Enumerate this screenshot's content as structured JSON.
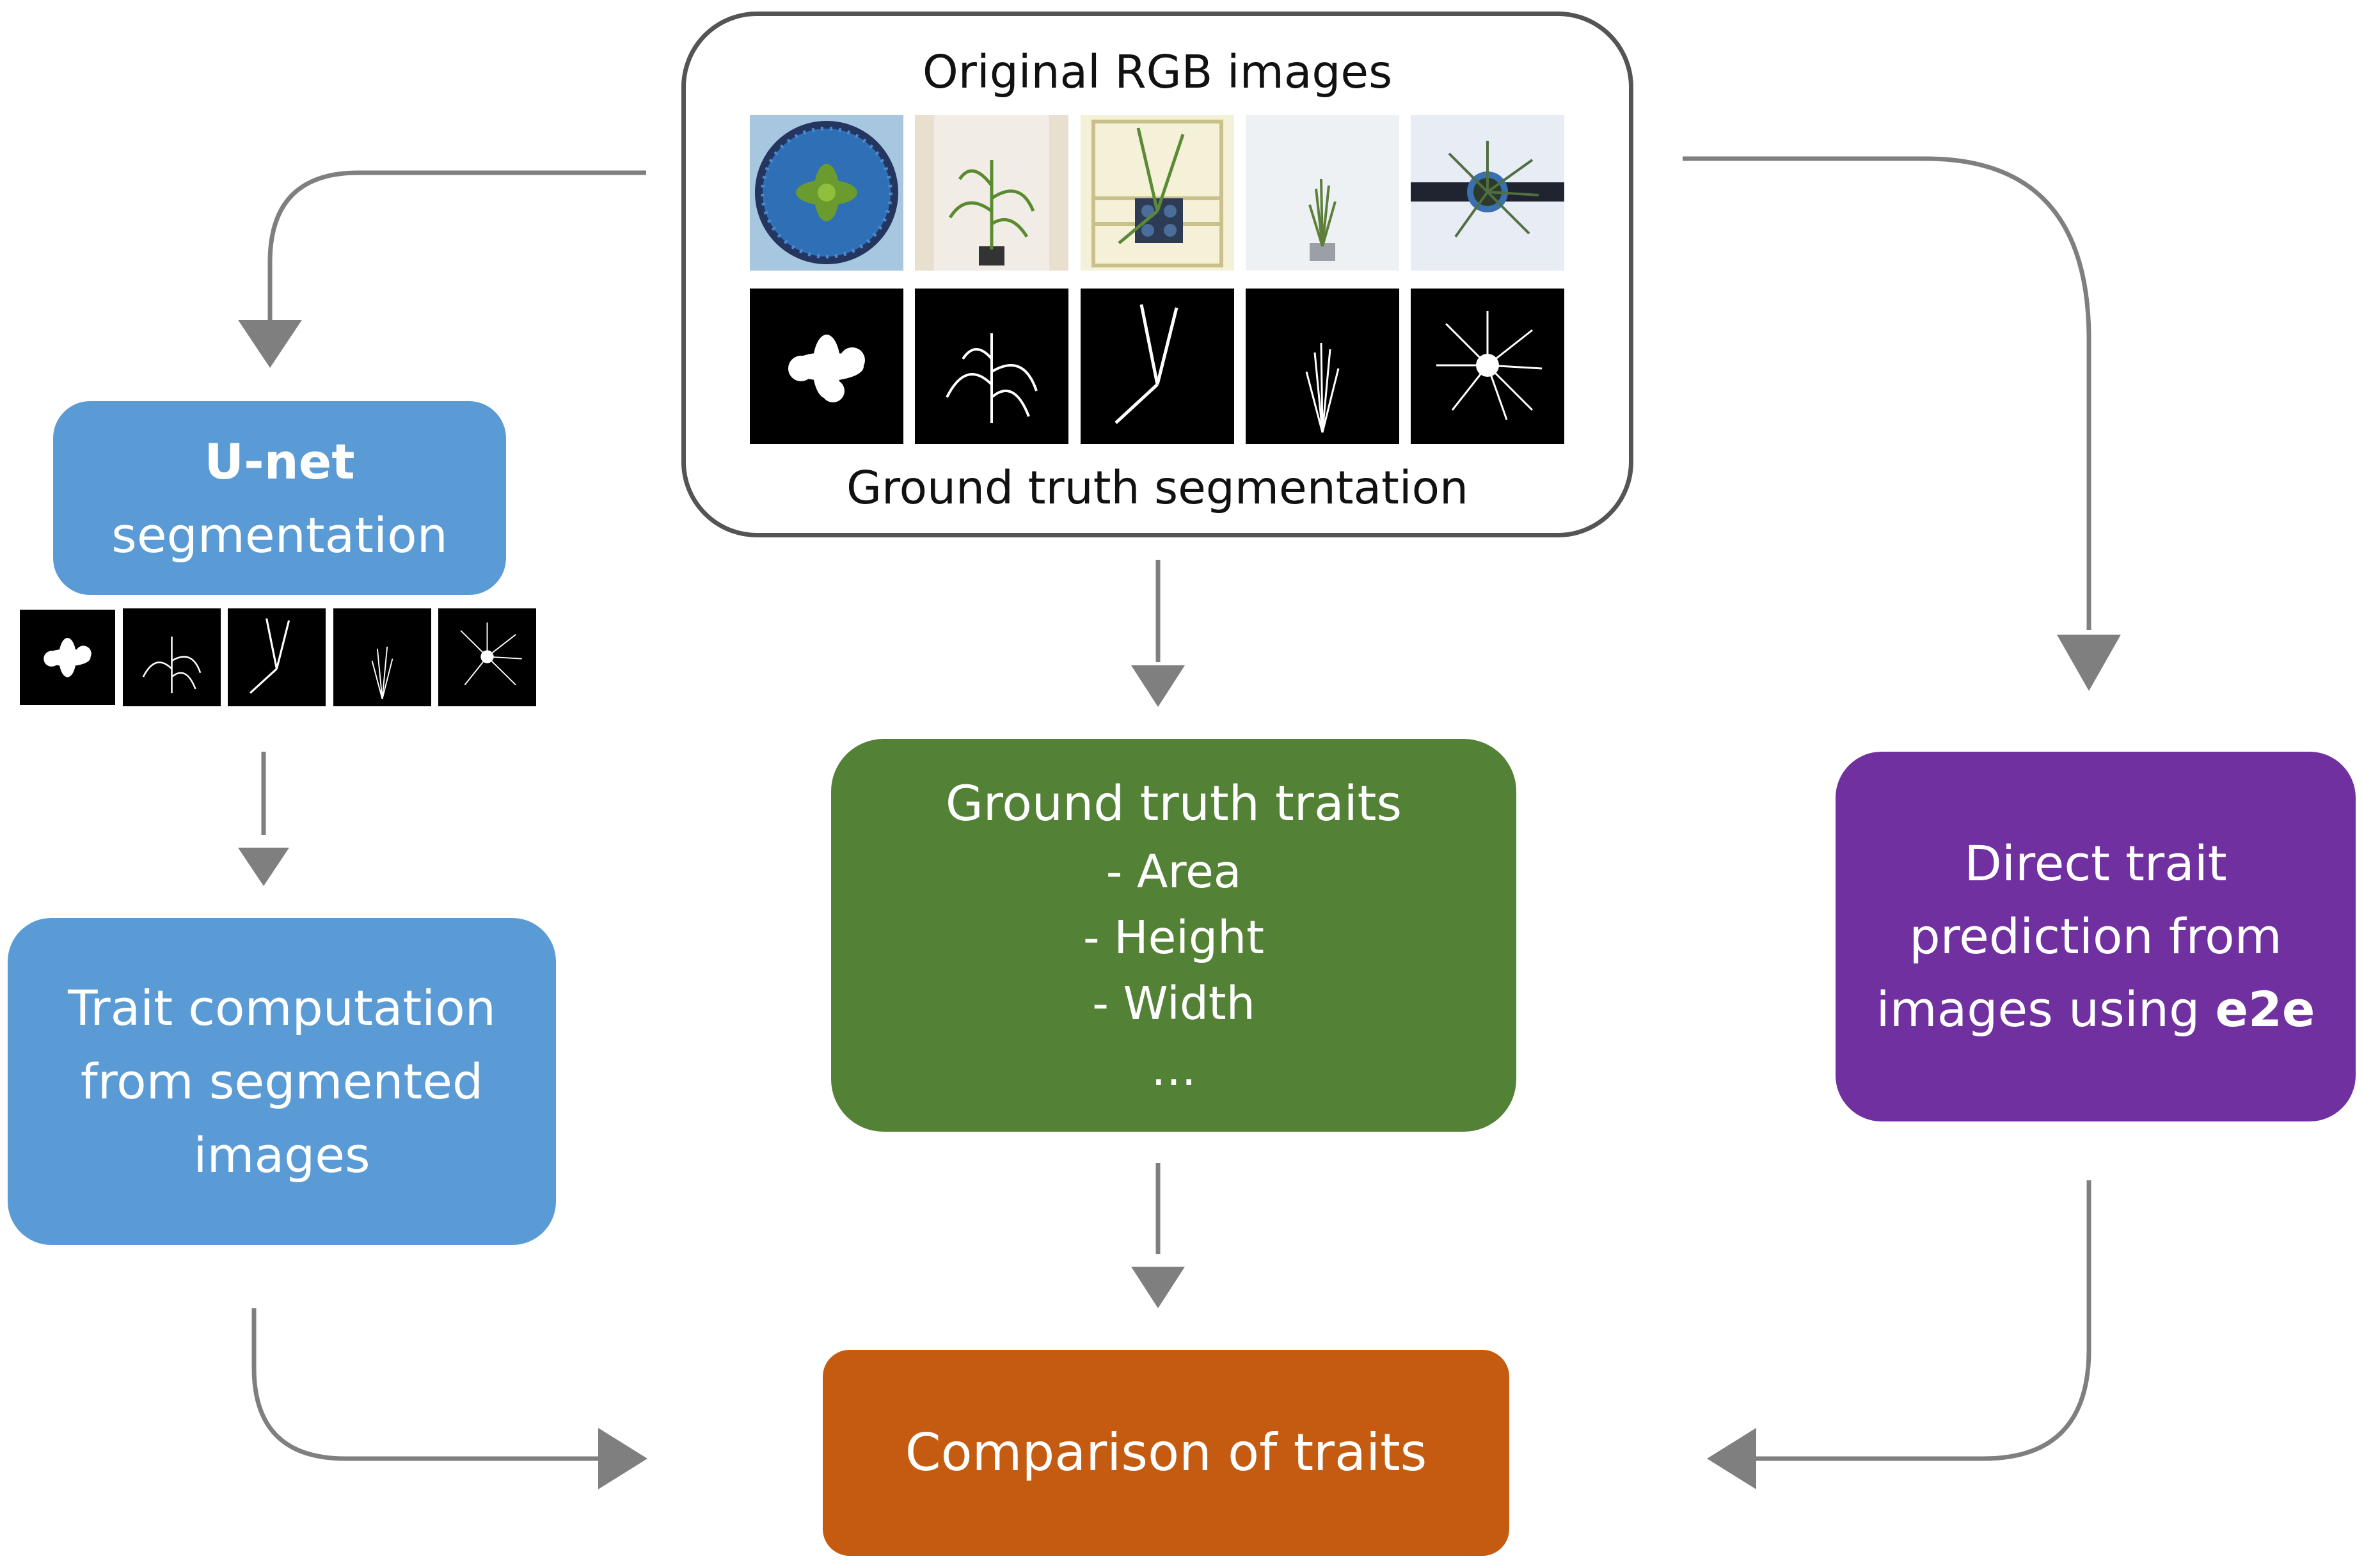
{
  "top_box": {
    "title": "Original RGB images",
    "caption": "Ground truth segmentation",
    "rgb_thumbnails": [
      "arabidopsis-rosette-tray",
      "maize-plant-chamber",
      "wheat-plant-rack",
      "grass-plant-white",
      "plant-topview-conveyor"
    ],
    "mask_thumbnails": [
      "rosette-mask",
      "maize-mask",
      "wheat-mask",
      "grass-mask",
      "topview-mask"
    ]
  },
  "unet": {
    "title_bold": "U-net",
    "title_rest": "segmentation",
    "mask_thumbnails": [
      "rosette-mask",
      "maize-mask",
      "wheat-mask",
      "grass-mask",
      "topview-mask"
    ]
  },
  "trait_computation": {
    "lines": [
      "Trait computation",
      "from segmented",
      "images"
    ]
  },
  "ground_truth_traits": {
    "title": "Ground truth traits",
    "items": [
      "- Area",
      "- Height",
      "- Width",
      "…"
    ]
  },
  "e2e": {
    "line1": "Direct trait",
    "line2": "prediction from",
    "line3_prefix": "images using ",
    "line3_bold": "e2e"
  },
  "comparison": {
    "label": "Comparison of traits"
  },
  "colors": {
    "unet_blue": "#5b9bd5",
    "gt_green": "#538135",
    "e2e_purple": "#7030a0",
    "compare_orange": "#c55a11",
    "arrow_gray": "#7f7f7f",
    "border_gray": "#545454"
  }
}
